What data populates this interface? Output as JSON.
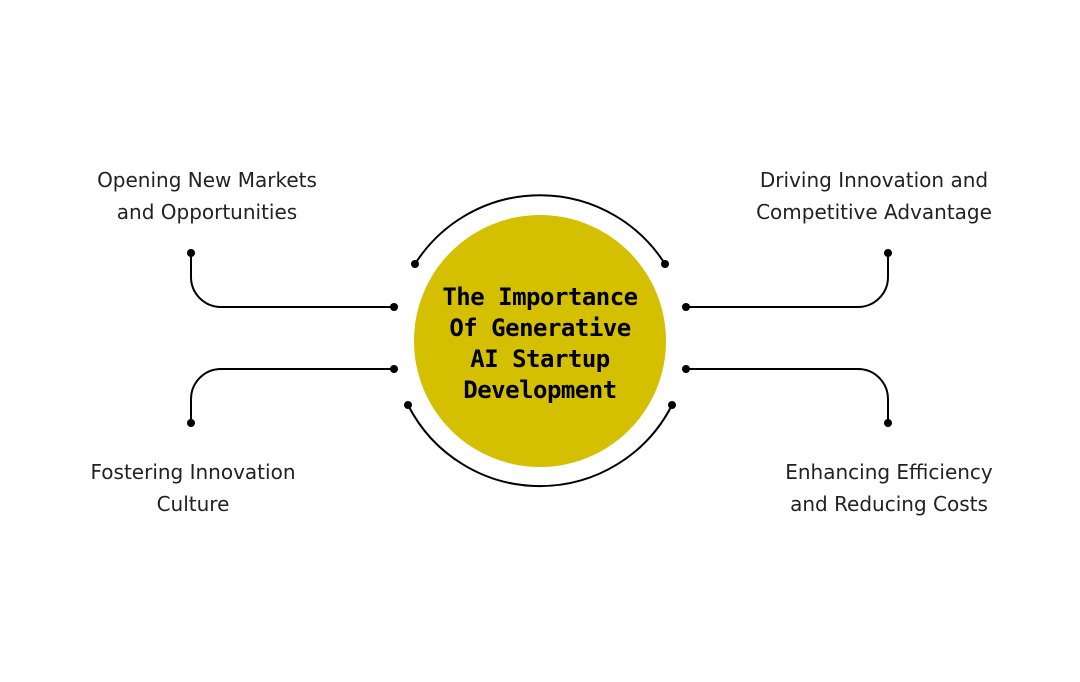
{
  "colors": {
    "center_fill": "#d4bf00",
    "line": "#000000",
    "text": "#222222",
    "background": "#ffffff"
  },
  "center": {
    "title_lines": [
      "The Importance",
      "Of Generative",
      "AI Startup",
      "Development"
    ]
  },
  "items": [
    {
      "position": "top-left",
      "lines": [
        "Opening New Markets",
        "and Opportunities"
      ]
    },
    {
      "position": "top-right",
      "lines": [
        "Driving Innovation and",
        "Competitive Advantage"
      ]
    },
    {
      "position": "bottom-left",
      "lines": [
        "Fostering Innovation",
        "Culture"
      ]
    },
    {
      "position": "bottom-right",
      "lines": [
        "Enhancing Efficiency",
        "and Reducing Costs"
      ]
    }
  ]
}
